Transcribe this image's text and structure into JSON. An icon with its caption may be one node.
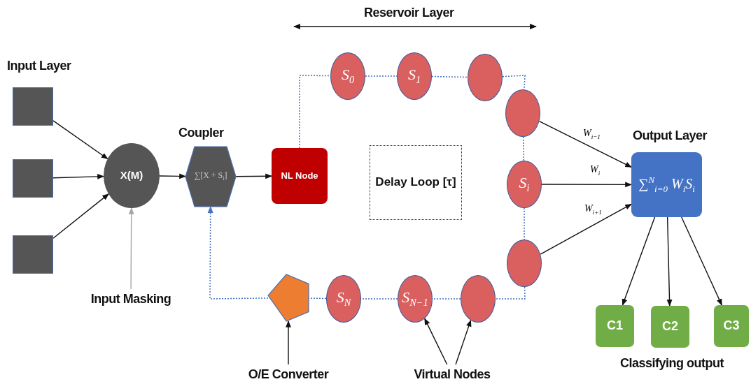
{
  "diagram": {
    "nodes": [
      {
        "text": [],
        "shape": "box"
      },
      {
        "text": [],
        "shape": "box"
      },
      {
        "text": [],
        "shape": "box"
      },
      {
        "text": [
          "X(M)"
        ]
      },
      {
        "text": [
          "Coupler",
          "∑[X + S$_{i}$]"
        ]
      },
      {
        "text": [
          "NL Node"
        ]
      },
      {
        "text": [
          "S$_{0}$"
        ]
      },
      {
        "text": [
          "S$_{1}$"
        ]
      },
      {
        "text": [],
        "shape": "circle"
      },
      {
        "text": [],
        "shape": "circle"
      },
      {
        "text": [
          "S$_{i}$"
        ]
      },
      {
        "text": [],
        "shape": "circle"
      },
      {
        "text": [],
        "shape": "circle"
      },
      {
        "text": [
          "S$_{N−1}$"
        ]
      },
      {
        "text": [
          "S$_{N}$"
        ]
      },
      {
        "text": [],
        "shape": "pentagon"
      },
      {
        "text": [
          "Output Layer",
          "∑$^{N}$$_{i=0}$ W$_{i}$S$_{i}$"
        ]
      },
      {
        "text": [
          "C1"
        ]
      },
      {
        "text": [
          "C2"
        ]
      },
      {
        "text": [
          "C3"
        ]
      },
      {
        "text": [
          "Input Masking"
        ]
      },
      {
        "text": [
          "O/E Converter"
        ]
      },
      {
        "text": [
          "Virtual Nodes"
        ]
      },
      {
        "text": [
          "Delay Loop [τ]"
        ]
      }
    ],
    "edges": [
      {
        "from": 0,
        "to": 3,
        "arrow": "to"
      },
      {
        "from": 1,
        "to": 3,
        "arrow": "to"
      },
      {
        "from": 2,
        "to": 3,
        "arrow": "to"
      },
      {
        "from": 3,
        "to": 4,
        "arrow": "to"
      },
      {
        "from": 4,
        "to": 5,
        "arrow": "to"
      },
      {
        "from": 5,
        "to": 6,
        "arrow": "none",
        "style": "dashed",
        "color": "#4472c4"
      },
      {
        "from": 6,
        "to": 7,
        "arrow": "none",
        "style": "dashed",
        "color": "#4472c4"
      },
      {
        "from": 7,
        "to": 8,
        "arrow": "none",
        "style": "dashed",
        "color": "#4472c4"
      },
      {
        "from": 8,
        "to": 9,
        "arrow": "none",
        "style": "dashed",
        "color": "#4472c4"
      },
      {
        "from": 9,
        "to": 10,
        "arrow": "none",
        "style": "dashed",
        "color": "#4472c4"
      },
      {
        "from": 10,
        "to": 11,
        "arrow": "none",
        "style": "dashed",
        "color": "#4472c4"
      },
      {
        "from": 11,
        "to": 12,
        "arrow": "none",
        "style": "dashed",
        "color": "#4472c4"
      },
      {
        "from": 12,
        "to": 13,
        "arrow": "none",
        "style": "dashed",
        "color": "#4472c4"
      },
      {
        "from": 13,
        "to": 14,
        "arrow": "none",
        "style": "dashed",
        "color": "#4472c4"
      },
      {
        "from": 14,
        "to": 15,
        "arrow": "none",
        "style": "dashed",
        "color": "#4472c4"
      },
      {
        "from": 15,
        "to": 4,
        "arrow": "to",
        "style": "dashed",
        "color": "#4472c4"
      },
      {
        "from": 9,
        "to": 16,
        "arrow": "to",
        "label": "W$_{i−1}$"
      },
      {
        "from": 10,
        "to": 16,
        "arrow": "to",
        "label": "W$_{i}$"
      },
      {
        "from": 11,
        "to": 16,
        "arrow": "to",
        "label": "W$_{i+1}$"
      },
      {
        "from": 16,
        "to": 17,
        "arrow": "to"
      },
      {
        "from": 16,
        "to": 18,
        "arrow": "to"
      },
      {
        "from": 16,
        "to": 19,
        "arrow": "to"
      },
      {
        "from": 20,
        "to": 3,
        "arrow": "to",
        "color": "#a6a6a6"
      },
      {
        "from": 21,
        "to": 15,
        "arrow": "to"
      },
      {
        "from": 22,
        "to": 13,
        "arrow": "to"
      },
      {
        "from": 22,
        "to": 12,
        "arrow": "to"
      }
    ],
    "labels": [
      "Reservoir Layer",
      "Input Layer",
      "Classifying output"
    ]
  }
}
